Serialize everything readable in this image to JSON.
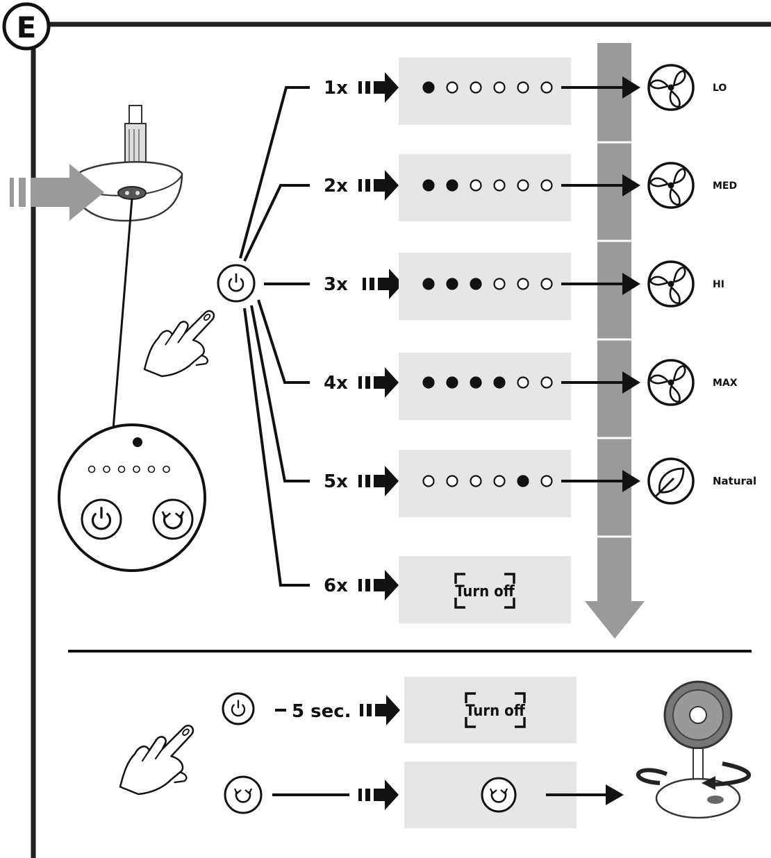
{
  "section_letter": "E",
  "steps": [
    {
      "press": "1x",
      "leds": [
        1,
        0,
        0,
        0,
        0,
        0
      ],
      "mode": "LO",
      "icon": "fan-icon"
    },
    {
      "press": "2x",
      "leds": [
        1,
        1,
        0,
        0,
        0,
        0
      ],
      "mode": "MED",
      "icon": "fan-icon"
    },
    {
      "press": "3x",
      "leds": [
        1,
        1,
        1,
        0,
        0,
        0
      ],
      "mode": "HI",
      "icon": "fan-icon"
    },
    {
      "press": "4x",
      "leds": [
        1,
        1,
        1,
        1,
        0,
        0
      ],
      "mode": "MAX",
      "icon": "fan-icon"
    },
    {
      "press": "5x",
      "leds": [
        0,
        0,
        0,
        0,
        1,
        0
      ],
      "mode": "Natural",
      "icon": "leaf-icon"
    },
    {
      "press": "6x",
      "result": "Turn off"
    }
  ],
  "hold": {
    "duration": "5 sec.",
    "result": "Turn off"
  },
  "oscillate": {
    "button_icon": "rotate-icon"
  },
  "panel": {
    "top_led": 1,
    "leds": [
      0,
      0,
      0,
      0,
      0,
      0
    ],
    "buttons": [
      "power-icon",
      "rotate-icon"
    ]
  },
  "colors": {
    "box": "#e6e6e6",
    "arrow_gray": "#9a9a9a",
    "ink": "#111111"
  }
}
